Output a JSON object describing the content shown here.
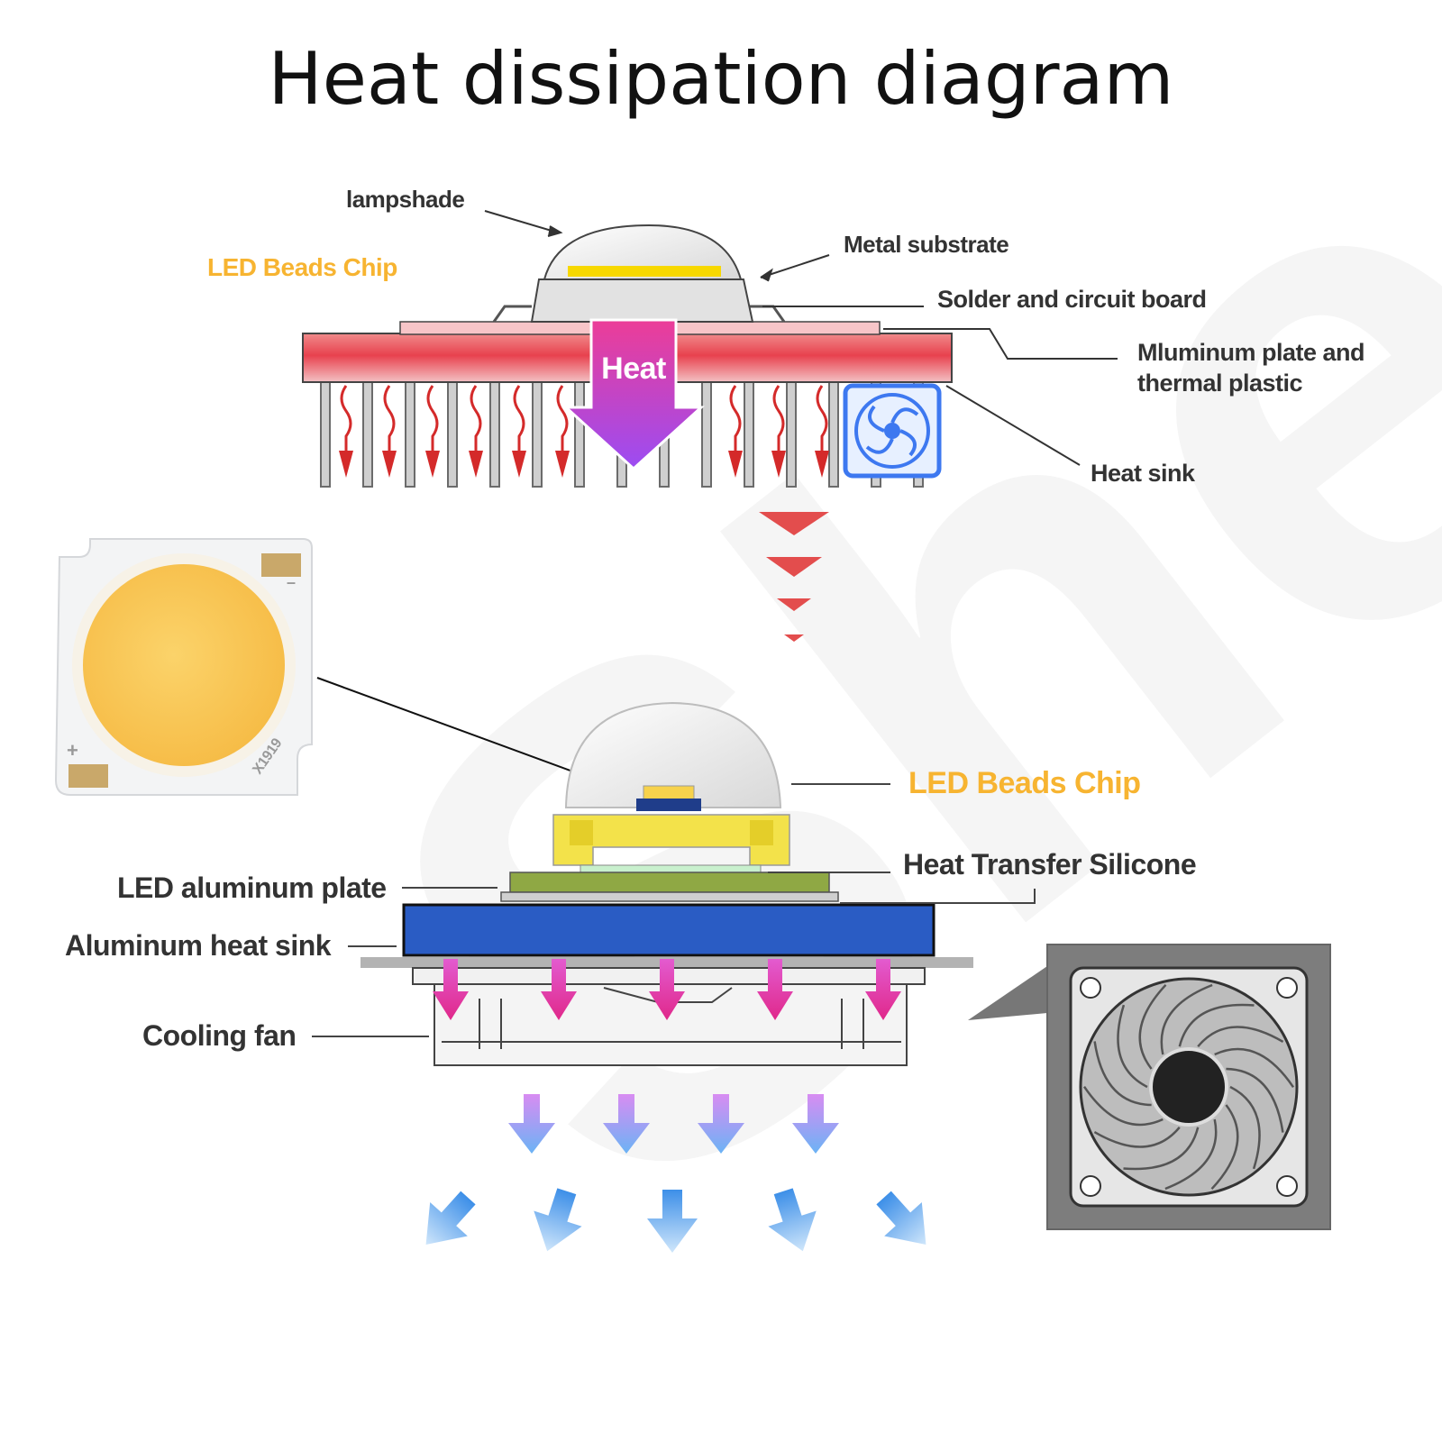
{
  "title": "Heat dissipation diagram",
  "top": {
    "lampshade": "lampshade",
    "led_beads_chip": "LED Beads Chip",
    "metal_substrate": "Metal substrate",
    "solder_board": "Solder and circuit board",
    "aluminum_plate_line1": "Mluminum plate and",
    "aluminum_plate_line2": "thermal plastic",
    "heat_sink": "Heat sink",
    "heat_arrow_text": "Heat"
  },
  "cob": {
    "plus": "+",
    "minus": "–",
    "marking": "X1919"
  },
  "bottom": {
    "led_beads_chip": "LED Beads Chip",
    "heat_transfer_silicone": "Heat Transfer Silicone",
    "led_aluminum_plate": "LED aluminum plate",
    "aluminum_heat_sink": "Aluminum heat sink",
    "cooling_fan": "Cooling fan"
  },
  "colors": {
    "label_orange": "#f7b431",
    "heat_magenta": "#e0389d",
    "heat_purple": "#a347f0",
    "heat_red": "#e53935",
    "blue_block": "#2a5cc4",
    "fan_icon_blue": "#3d78f0",
    "airflow_blue": "#5ba8f0",
    "chip_yellow": "#f7d24c"
  }
}
